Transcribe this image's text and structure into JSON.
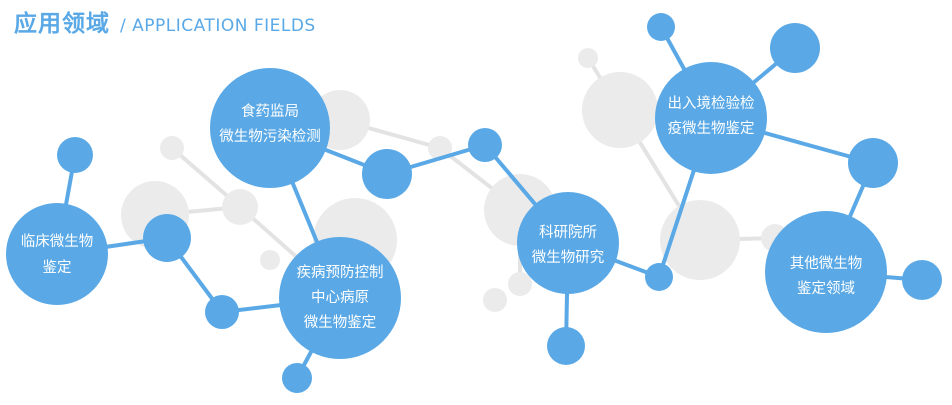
{
  "header": {
    "title_cn": "应用领域",
    "title_en": "/ APPLICATION FIELDS"
  },
  "colors": {
    "accent": "#5aa9e6",
    "background_molecule": "#ebebeb"
  },
  "fields": [
    {
      "id": "food",
      "lines": [
        "食药监局",
        "微生物污染检测"
      ]
    },
    {
      "id": "clinical",
      "lines": [
        "临床微生物",
        "鉴定"
      ]
    },
    {
      "id": "cdc",
      "lines": [
        "疾病预防控制",
        "中心病原",
        "微生物鉴定"
      ]
    },
    {
      "id": "research",
      "lines": [
        "科研院所",
        "微生物研究"
      ]
    },
    {
      "id": "quarantine",
      "lines": [
        "出入境检验检",
        "疫微生物鉴定"
      ]
    },
    {
      "id": "other",
      "lines": [
        "其他微生物",
        "鉴定领域"
      ]
    }
  ]
}
